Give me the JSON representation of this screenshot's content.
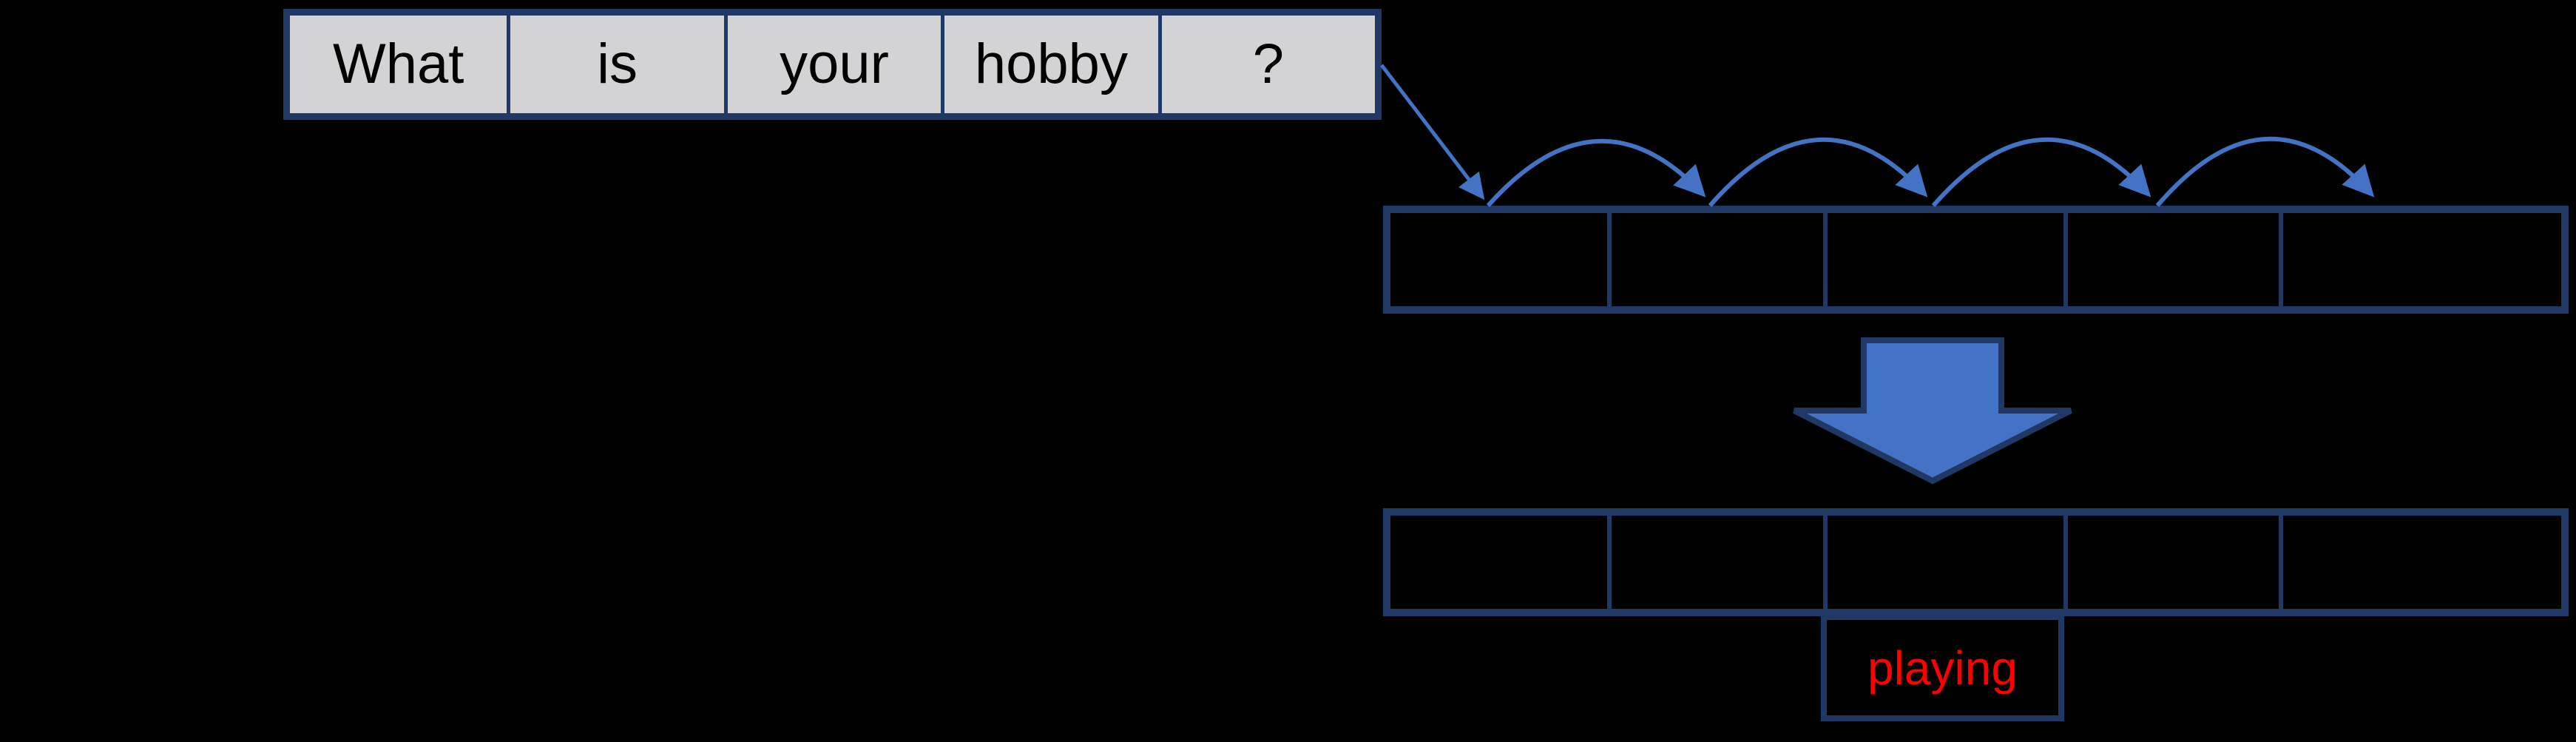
{
  "colors": {
    "background": "#000000",
    "token_box_fill": "#D3D3D5",
    "outline_navy": "#1F3864",
    "arrow_blue": "#4472C4",
    "predicted_text_red": "#FF0000",
    "token_text": "#000000"
  },
  "input_sentence": {
    "tokens": [
      "What",
      "is",
      "your",
      "hobby",
      "?"
    ]
  },
  "top_row": {
    "cell_count": 5,
    "cells": [
      "",
      "",
      "",
      "",
      ""
    ]
  },
  "bottom_row": {
    "cell_count": 5,
    "cells": [
      "",
      "",
      "",
      "",
      ""
    ]
  },
  "predicted_word": {
    "label": "playing"
  },
  "icons": {
    "token_flow_arrow": "diagonal-arrow-into-first-slot",
    "hop_arrow": "arc-hop-arrow (x4, left-to-right across slots)",
    "transform_arrow": "block-arrow-down"
  }
}
